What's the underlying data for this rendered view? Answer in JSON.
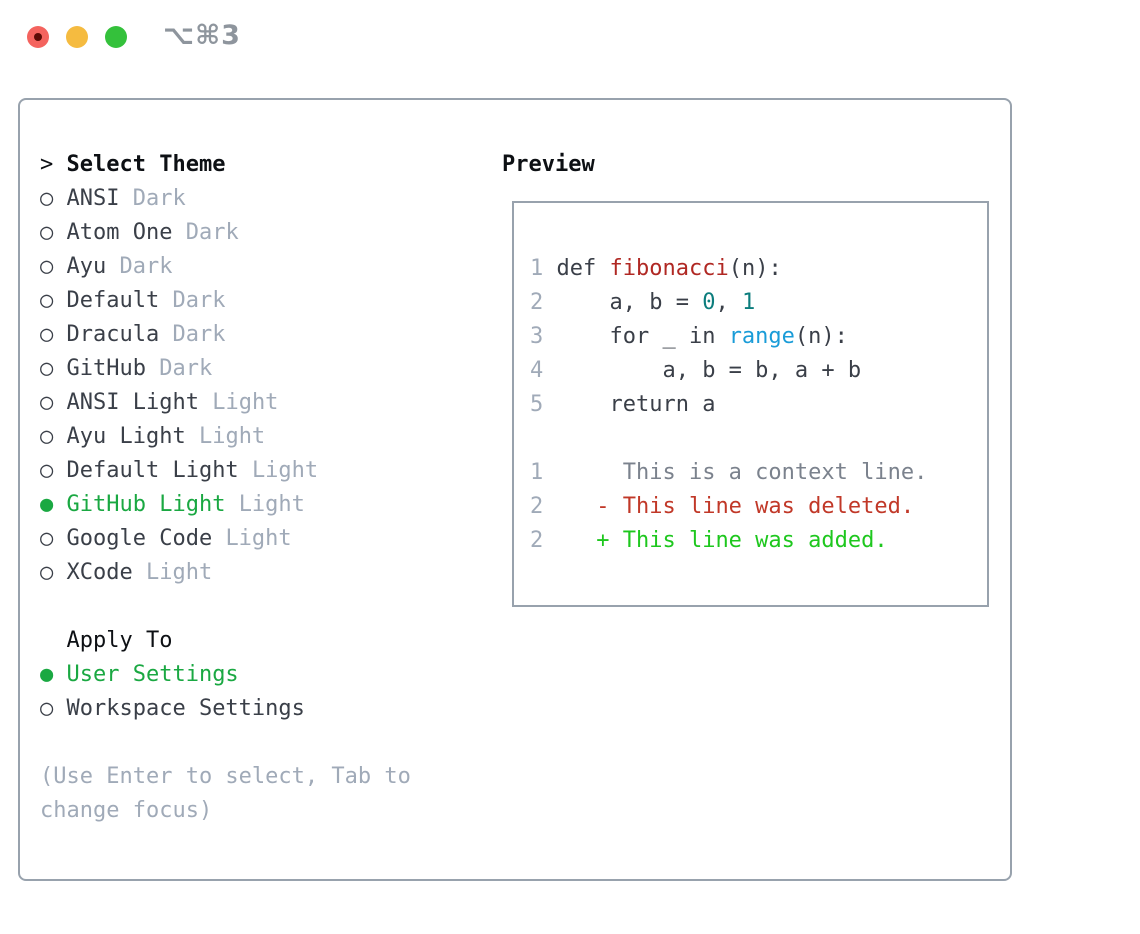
{
  "titlebar": {
    "title": "⌥⌘3",
    "traffic_lights": [
      "close",
      "minimize",
      "zoom"
    ]
  },
  "colors": {
    "background": "#ffffff",
    "panel_border": "#98a2ad",
    "text_dark": "#3a3f48",
    "text_black": "#0d1014",
    "text_muted": "#a0aab8",
    "context_gray": "#7b828d",
    "selected_green": "#1aa842",
    "diff_added_green": "#1ec71e",
    "diff_deleted_red": "#c13828",
    "syntax_function_red": "#b02823",
    "syntax_number_teal": "#0c7d7d",
    "syntax_builtin_blue": "#1a9cd8",
    "title_gray": "#8e959d",
    "traffic_red": "#f4635e",
    "traffic_yellow": "#f5bb40",
    "traffic_green": "#34c13b"
  },
  "theme_panel": {
    "header_prefix": "> ",
    "header_label": "Select Theme",
    "radio_unselected": "○",
    "radio_selected": "●",
    "themes": [
      {
        "name": "ANSI",
        "tag": "Dark",
        "selected": false
      },
      {
        "name": "Atom One",
        "tag": "Dark",
        "selected": false
      },
      {
        "name": "Ayu",
        "tag": "Dark",
        "selected": false
      },
      {
        "name": "Default",
        "tag": "Dark",
        "selected": false
      },
      {
        "name": "Dracula",
        "tag": "Dark",
        "selected": false
      },
      {
        "name": "GitHub",
        "tag": "Dark",
        "selected": false
      },
      {
        "name": "ANSI Light",
        "tag": "Light",
        "selected": false
      },
      {
        "name": "Ayu Light",
        "tag": "Light",
        "selected": false
      },
      {
        "name": "Default Light",
        "tag": "Light",
        "selected": false
      },
      {
        "name": "GitHub Light",
        "tag": "Light",
        "selected": true
      },
      {
        "name": "Google Code",
        "tag": "Light",
        "selected": false
      },
      {
        "name": "XCode",
        "tag": "Light",
        "selected": false
      }
    ],
    "apply_to": {
      "label": "Apply To",
      "options": [
        {
          "name": "User Settings",
          "selected": true
        },
        {
          "name": "Workspace Settings",
          "selected": false
        }
      ]
    },
    "help_lines": [
      "(Use Enter to select, Tab to",
      "change focus)"
    ]
  },
  "preview": {
    "header": "Preview",
    "lines": [
      {
        "num": "1",
        "segments": [
          {
            "text": "def ",
            "color": "fg"
          },
          {
            "text": "fibonacci",
            "color": "syntaxRed"
          },
          {
            "text": "(n):",
            "color": "fg"
          }
        ]
      },
      {
        "num": "2",
        "segments": [
          {
            "text": "    a, b = ",
            "color": "fg"
          },
          {
            "text": "0",
            "color": "teal"
          },
          {
            "text": ", ",
            "color": "fg"
          },
          {
            "text": "1",
            "color": "teal"
          }
        ]
      },
      {
        "num": "3",
        "segments": [
          {
            "text": "    for _ in ",
            "color": "fg"
          },
          {
            "text": "range",
            "color": "blue"
          },
          {
            "text": "(n):",
            "color": "fg"
          }
        ]
      },
      {
        "num": "4",
        "segments": [
          {
            "text": "        a, b = b, a + b",
            "color": "fg"
          }
        ]
      },
      {
        "num": "5",
        "segments": [
          {
            "text": "    return a",
            "color": "fg"
          }
        ]
      },
      {
        "num": " ",
        "segments": []
      },
      {
        "num": "1",
        "segments": [
          {
            "text": "     This is a context line.",
            "color": "context"
          }
        ]
      },
      {
        "num": "2",
        "segments": [
          {
            "text": "   - This line was deleted.",
            "color": "deleted"
          }
        ]
      },
      {
        "num": "2",
        "segments": [
          {
            "text": "   + This line was added.",
            "color": "added"
          }
        ]
      }
    ]
  }
}
